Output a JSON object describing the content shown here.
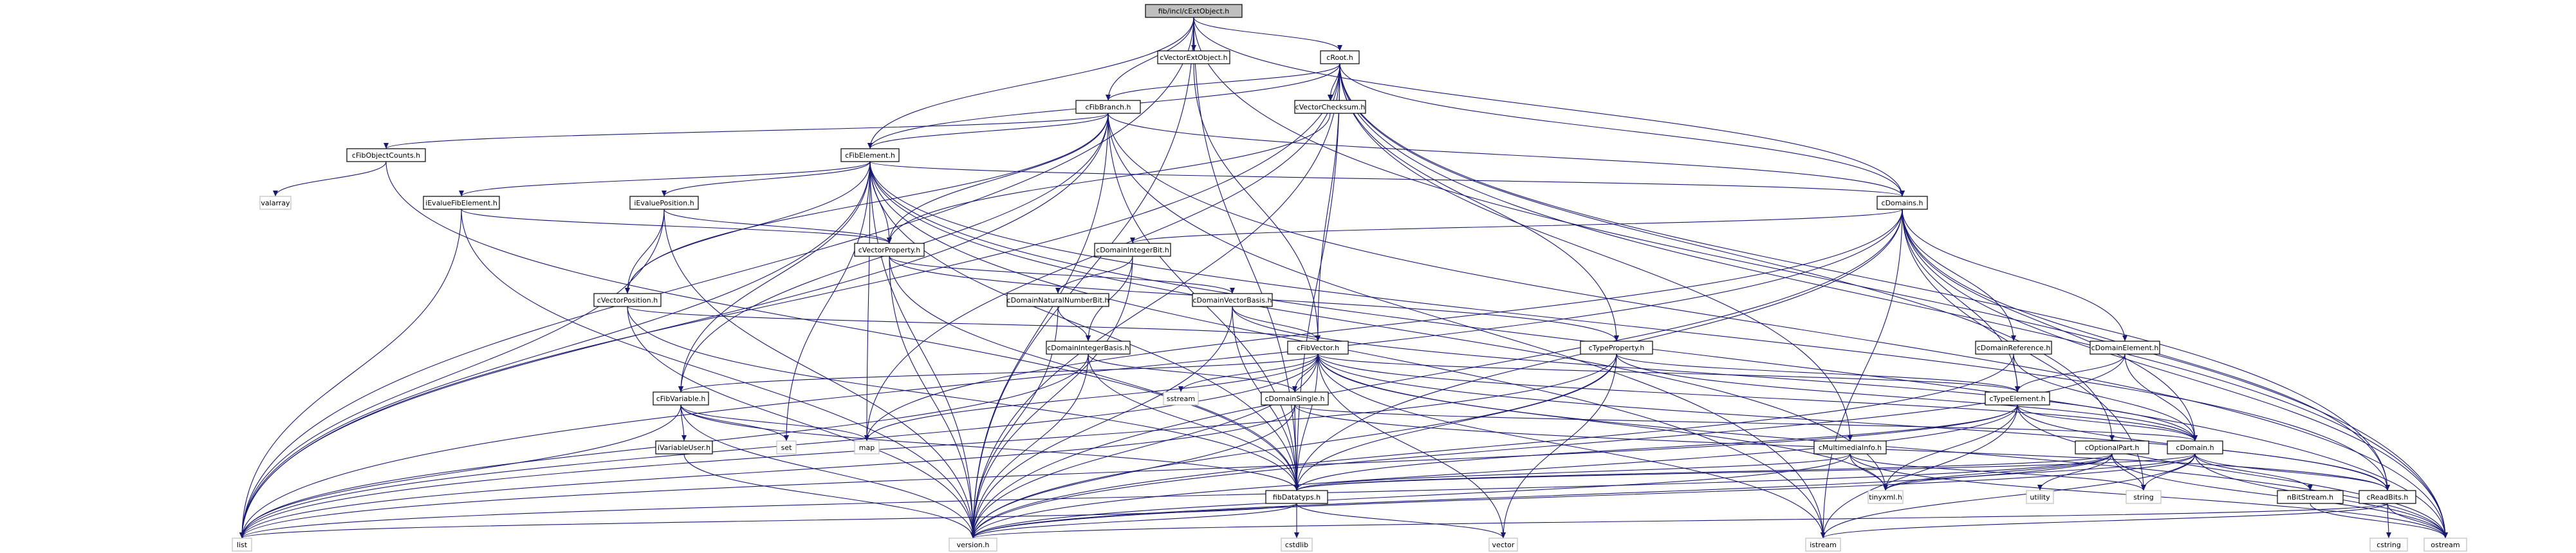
{
  "title": "fib/incl/cExtObject.h",
  "colors": {
    "edge": "#191970",
    "root_fill": "#bfbfbf",
    "node_border": "#000000",
    "system_border": "#bfbfbf"
  },
  "nodes": [
    {
      "id": "root",
      "label": "fib/incl/cExtObject.h",
      "kind": "root"
    },
    {
      "id": "cVectorExtObject",
      "label": "cVectorExtObject.h",
      "kind": "header"
    },
    {
      "id": "cRoot",
      "label": "cRoot.h",
      "kind": "header"
    },
    {
      "id": "cFibBranch",
      "label": "cFibBranch.h",
      "kind": "header"
    },
    {
      "id": "cVectorChecksum",
      "label": "cVectorChecksum.h",
      "kind": "header"
    },
    {
      "id": "cFibObjectCounts",
      "label": "cFibObjectCounts.h",
      "kind": "header"
    },
    {
      "id": "cFibElement",
      "label": "cFibElement.h",
      "kind": "header"
    },
    {
      "id": "valarray",
      "label": "valarray",
      "kind": "system"
    },
    {
      "id": "iEvalueFibElement",
      "label": "iEvalueFibElement.h",
      "kind": "header"
    },
    {
      "id": "iEvaluePosition",
      "label": "iEvaluePosition.h",
      "kind": "header"
    },
    {
      "id": "cDomains",
      "label": "cDomains.h",
      "kind": "header"
    },
    {
      "id": "cVectorProperty",
      "label": "cVectorProperty.h",
      "kind": "header"
    },
    {
      "id": "cDomainIntegerBit",
      "label": "cDomainIntegerBit.h",
      "kind": "header"
    },
    {
      "id": "cVectorPosition",
      "label": "cVectorPosition.h",
      "kind": "header"
    },
    {
      "id": "cDomainNaturalNumberBit",
      "label": "cDomainNaturalNumberBit.h",
      "kind": "header"
    },
    {
      "id": "cDomainVectorBasis",
      "label": "cDomainVectorBasis.h",
      "kind": "header"
    },
    {
      "id": "cDomainIntegerBasis",
      "label": "cDomainIntegerBasis.h",
      "kind": "header"
    },
    {
      "id": "cFibVector",
      "label": "cFibVector.h",
      "kind": "header"
    },
    {
      "id": "cTypeProperty",
      "label": "cTypeProperty.h",
      "kind": "header"
    },
    {
      "id": "cDomainReference",
      "label": "cDomainReference.h",
      "kind": "header"
    },
    {
      "id": "cDomainElement",
      "label": "cDomainElement.h",
      "kind": "header"
    },
    {
      "id": "cFibVariable",
      "label": "cFibVariable.h",
      "kind": "header"
    },
    {
      "id": "sstream",
      "label": "sstream",
      "kind": "system"
    },
    {
      "id": "cDomainSingle",
      "label": "cDomainSingle.h",
      "kind": "header"
    },
    {
      "id": "cTypeElement",
      "label": "cTypeElement.h",
      "kind": "header"
    },
    {
      "id": "iVariableUser",
      "label": "iVariableUser.h",
      "kind": "header"
    },
    {
      "id": "set",
      "label": "set",
      "kind": "system"
    },
    {
      "id": "map",
      "label": "map",
      "kind": "system"
    },
    {
      "id": "cMultimediaInfo",
      "label": "cMultimediaInfo.h",
      "kind": "header"
    },
    {
      "id": "cOptionalPart",
      "label": "cOptionalPart.h",
      "kind": "header"
    },
    {
      "id": "cDomain",
      "label": "cDomain.h",
      "kind": "header"
    },
    {
      "id": "fibDatatyps",
      "label": "fibDatatyps.h",
      "kind": "header"
    },
    {
      "id": "tinyxml",
      "label": "tinyxml.h",
      "kind": "system"
    },
    {
      "id": "utility",
      "label": "utility",
      "kind": "system"
    },
    {
      "id": "string",
      "label": "string",
      "kind": "system"
    },
    {
      "id": "nBitStream",
      "label": "nBitStream.h",
      "kind": "header"
    },
    {
      "id": "cReadBits",
      "label": "cReadBits.h",
      "kind": "header"
    },
    {
      "id": "list",
      "label": "list",
      "kind": "system"
    },
    {
      "id": "version",
      "label": "version.h",
      "kind": "system"
    },
    {
      "id": "cstdlib",
      "label": "cstdlib",
      "kind": "system"
    },
    {
      "id": "vector",
      "label": "vector",
      "kind": "system"
    },
    {
      "id": "istream",
      "label": "istream",
      "kind": "system"
    },
    {
      "id": "cstring",
      "label": "cstring",
      "kind": "system"
    },
    {
      "id": "ostream",
      "label": "ostream",
      "kind": "system"
    }
  ],
  "edges": [
    [
      "root",
      "cVectorExtObject"
    ],
    [
      "root",
      "cRoot"
    ],
    [
      "root",
      "cFibBranch"
    ],
    [
      "root",
      "cFibElement"
    ],
    [
      "root",
      "list"
    ],
    [
      "root",
      "version"
    ],
    [
      "root",
      "fibDatatyps"
    ],
    [
      "root",
      "ostream"
    ],
    [
      "root",
      "cDomains"
    ],
    [
      "cRoot",
      "cFibBranch"
    ],
    [
      "cRoot",
      "cVectorChecksum"
    ],
    [
      "cRoot",
      "cFibElement"
    ],
    [
      "cRoot",
      "cDomains"
    ],
    [
      "cRoot",
      "cTypeProperty"
    ],
    [
      "cRoot",
      "cMultimediaInfo"
    ],
    [
      "cRoot",
      "cOptionalPart"
    ],
    [
      "cRoot",
      "fibDatatyps"
    ],
    [
      "cRoot",
      "list"
    ],
    [
      "cRoot",
      "version"
    ],
    [
      "cRoot",
      "map"
    ],
    [
      "cRoot",
      "cReadBits"
    ],
    [
      "cRoot",
      "ostream"
    ],
    [
      "cRoot",
      "cFibVector"
    ],
    [
      "cVectorExtObject",
      "cFibVector"
    ],
    [
      "cFibBranch",
      "cFibElement"
    ],
    [
      "cFibBranch",
      "cFibObjectCounts"
    ],
    [
      "cFibBranch",
      "cVectorProperty"
    ],
    [
      "cFibBranch",
      "cVectorPosition"
    ],
    [
      "cFibBranch",
      "cDomains"
    ],
    [
      "cFibBranch",
      "fibDatatyps"
    ],
    [
      "cFibBranch",
      "list"
    ],
    [
      "cFibBranch",
      "version"
    ],
    [
      "cFibBranch",
      "cFibVariable"
    ],
    [
      "cFibBranch",
      "istream"
    ],
    [
      "cFibBranch",
      "ostream"
    ],
    [
      "cVectorChecksum",
      "cVectorProperty"
    ],
    [
      "cFibObjectCounts",
      "valarray"
    ],
    [
      "cFibObjectCounts",
      "fibDatatyps"
    ],
    [
      "cFibElement",
      "iEvalueFibElement"
    ],
    [
      "cFibElement",
      "iEvaluePosition"
    ],
    [
      "cFibElement",
      "cVectorProperty"
    ],
    [
      "cFibElement",
      "cVectorPosition"
    ],
    [
      "cFibElement",
      "cDomains"
    ],
    [
      "cFibElement",
      "cFibVariable"
    ],
    [
      "cFibElement",
      "fibDatatyps"
    ],
    [
      "cFibElement",
      "list"
    ],
    [
      "cFibElement",
      "version"
    ],
    [
      "cFibElement",
      "map"
    ],
    [
      "cFibElement",
      "tinyxml"
    ],
    [
      "cFibElement",
      "istream"
    ],
    [
      "cFibElement",
      "ostream"
    ],
    [
      "cFibElement",
      "cReadBits"
    ],
    [
      "cFibElement",
      "set"
    ],
    [
      "iEvalueFibElement",
      "cVectorProperty"
    ],
    [
      "iEvalueFibElement",
      "list"
    ],
    [
      "iEvalueFibElement",
      "version"
    ],
    [
      "iEvaluePosition",
      "cVectorProperty"
    ],
    [
      "iEvaluePosition",
      "cVectorPosition"
    ],
    [
      "iEvaluePosition",
      "list"
    ],
    [
      "iEvaluePosition",
      "version"
    ],
    [
      "cDomains",
      "cDomainIntegerBit"
    ],
    [
      "cDomains",
      "cDomainReference"
    ],
    [
      "cDomains",
      "cDomainElement"
    ],
    [
      "cDomains",
      "cTypeElement"
    ],
    [
      "cDomains",
      "cDomain"
    ],
    [
      "cDomains",
      "fibDatatyps"
    ],
    [
      "cDomains",
      "version"
    ],
    [
      "cDomains",
      "list"
    ],
    [
      "cDomains",
      "istream"
    ],
    [
      "cDomains",
      "ostream"
    ],
    [
      "cDomains",
      "cReadBits"
    ],
    [
      "cDomains",
      "string"
    ],
    [
      "cDomains",
      "map"
    ],
    [
      "cVectorProperty",
      "cDomainVectorBasis"
    ],
    [
      "cVectorProperty",
      "cTypeProperty"
    ],
    [
      "cVectorProperty",
      "fibDatatyps"
    ],
    [
      "cVectorProperty",
      "version"
    ],
    [
      "cDomainIntegerBit",
      "cDomainNaturalNumberBit"
    ],
    [
      "cDomainIntegerBit",
      "cDomainIntegerBasis"
    ],
    [
      "cDomainIntegerBit",
      "version"
    ],
    [
      "cVectorPosition",
      "cFibVector"
    ],
    [
      "cVectorPosition",
      "fibDatatyps"
    ],
    [
      "cVectorPosition",
      "version"
    ],
    [
      "cDomainNaturalNumberBit",
      "cDomainIntegerBasis"
    ],
    [
      "cDomainNaturalNumberBit",
      "version"
    ],
    [
      "cDomainVectorBasis",
      "cFibVector"
    ],
    [
      "cDomainVectorBasis",
      "cDomain"
    ],
    [
      "cDomainVectorBasis",
      "fibDatatyps"
    ],
    [
      "cDomainVectorBasis",
      "version"
    ],
    [
      "cDomainIntegerBasis",
      "cDomainSingle"
    ],
    [
      "cDomainIntegerBasis",
      "fibDatatyps"
    ],
    [
      "cDomainIntegerBasis",
      "version"
    ],
    [
      "cDomainIntegerBasis",
      "list"
    ],
    [
      "cFibVector",
      "cFibVariable"
    ],
    [
      "cFibVector",
      "sstream"
    ],
    [
      "cFibVector",
      "cDomainSingle"
    ],
    [
      "cFibVector",
      "cTypeElement"
    ],
    [
      "cFibVector",
      "cDomain"
    ],
    [
      "cFibVector",
      "fibDatatyps"
    ],
    [
      "cFibVector",
      "list"
    ],
    [
      "cFibVector",
      "version"
    ],
    [
      "cFibVector",
      "vector"
    ],
    [
      "cFibVector",
      "istream"
    ],
    [
      "cFibVector",
      "ostream"
    ],
    [
      "cFibVector",
      "cReadBits"
    ],
    [
      "cFibVector",
      "map"
    ],
    [
      "cFibVector",
      "tinyxml"
    ],
    [
      "cTypeProperty",
      "cTypeElement"
    ],
    [
      "cTypeProperty",
      "fibDatatyps"
    ],
    [
      "cTypeProperty",
      "version"
    ],
    [
      "cTypeProperty",
      "vector"
    ],
    [
      "cTypeProperty",
      "list"
    ],
    [
      "cTypeProperty",
      "cDomain"
    ],
    [
      "cDomainReference",
      "cTypeElement"
    ],
    [
      "cDomainReference",
      "cDomain"
    ],
    [
      "cDomainReference",
      "version"
    ],
    [
      "cDomainElement",
      "cTypeElement"
    ],
    [
      "cDomainElement",
      "cDomain"
    ],
    [
      "cDomainElement",
      "version"
    ],
    [
      "cFibVariable",
      "iVariableUser"
    ],
    [
      "cFibVariable",
      "set"
    ],
    [
      "cFibVariable",
      "map"
    ],
    [
      "cFibVariable",
      "fibDatatyps"
    ],
    [
      "cFibVariable",
      "list"
    ],
    [
      "cFibVariable",
      "version"
    ],
    [
      "cDomainSingle",
      "cDomain"
    ],
    [
      "cDomainSingle",
      "fibDatatyps"
    ],
    [
      "cDomainSingle",
      "version"
    ],
    [
      "cDomainSingle",
      "list"
    ],
    [
      "cDomainSingle",
      "cReadBits"
    ],
    [
      "cTypeElement",
      "cDomain"
    ],
    [
      "cTypeElement",
      "fibDatatyps"
    ],
    [
      "cTypeElement",
      "tinyxml"
    ],
    [
      "cTypeElement",
      "version"
    ],
    [
      "cTypeElement",
      "istream"
    ],
    [
      "cTypeElement",
      "ostream"
    ],
    [
      "cTypeElement",
      "cReadBits"
    ],
    [
      "cTypeElement",
      "list"
    ],
    [
      "iVariableUser",
      "version"
    ],
    [
      "cMultimediaInfo",
      "fibDatatyps"
    ],
    [
      "cMultimediaInfo",
      "tinyxml"
    ],
    [
      "cMultimediaInfo",
      "string"
    ],
    [
      "cMultimediaInfo",
      "version"
    ],
    [
      "cMultimediaInfo",
      "ostream"
    ],
    [
      "cOptionalPart",
      "fibDatatyps"
    ],
    [
      "cOptionalPart",
      "tinyxml"
    ],
    [
      "cOptionalPart",
      "utility"
    ],
    [
      "cOptionalPart",
      "string"
    ],
    [
      "cOptionalPart",
      "version"
    ],
    [
      "cOptionalPart",
      "list"
    ],
    [
      "cOptionalPart",
      "ostream"
    ],
    [
      "cDomain",
      "fibDatatyps"
    ],
    [
      "cDomain",
      "tinyxml"
    ],
    [
      "cDomain",
      "string"
    ],
    [
      "cDomain",
      "nBitStream"
    ],
    [
      "cDomain",
      "cReadBits"
    ],
    [
      "cDomain",
      "version"
    ],
    [
      "cDomain",
      "istream"
    ],
    [
      "cDomain",
      "ostream"
    ],
    [
      "fibDatatyps",
      "version"
    ],
    [
      "fibDatatyps",
      "cstdlib"
    ],
    [
      "fibDatatyps",
      "vector"
    ],
    [
      "fibDatatyps",
      "list"
    ],
    [
      "nBitStream",
      "ostream"
    ],
    [
      "cReadBits",
      "cstring"
    ],
    [
      "cReadBits",
      "istream"
    ],
    [
      "cReadBits",
      "version"
    ],
    [
      "cReadBits",
      "ostream"
    ]
  ]
}
